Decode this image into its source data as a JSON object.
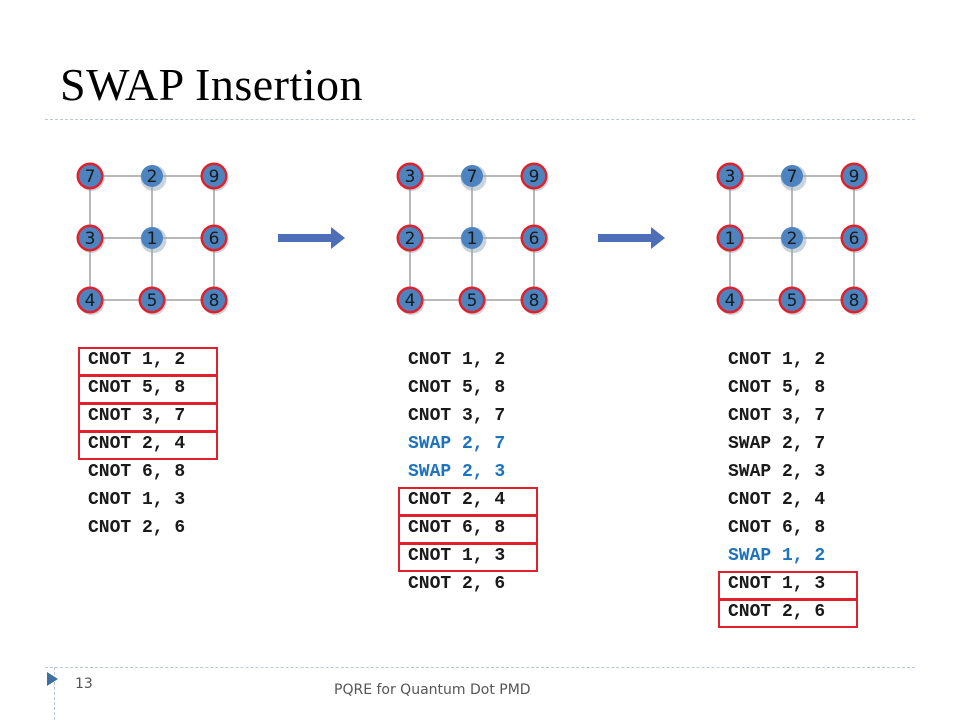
{
  "slide": {
    "title": "SWAP Insertion",
    "page_number": "13",
    "footer": "PQRE for Quantum Dot PMD"
  },
  "colors": {
    "node_fill": "#4d84bf",
    "node_ring": "#e0202a",
    "edge": "#b8b8b8",
    "arrow": "#4d6fb8",
    "highlight_box": "#e0202a",
    "swap_text": "#1e73be"
  },
  "grids": [
    {
      "nodes": [
        [
          "7",
          "2",
          "9"
        ],
        [
          "3",
          "1",
          "6"
        ],
        [
          "4",
          "5",
          "8"
        ]
      ],
      "ringed": [
        [
          "7",
          "9"
        ],
        [
          "3",
          "6"
        ],
        [
          "4",
          "5",
          "8"
        ]
      ]
    },
    {
      "nodes": [
        [
          "3",
          "7",
          "9"
        ],
        [
          "2",
          "1",
          "6"
        ],
        [
          "4",
          "5",
          "8"
        ]
      ],
      "ringed": [
        [
          "3",
          "9"
        ],
        [
          "2",
          "6"
        ],
        [
          "4",
          "5",
          "8"
        ]
      ]
    },
    {
      "nodes": [
        [
          "3",
          "7",
          "9"
        ],
        [
          "1",
          "2",
          "6"
        ],
        [
          "4",
          "5",
          "8"
        ]
      ],
      "ringed": [
        [
          "3",
          "9"
        ],
        [
          "1",
          "6"
        ],
        [
          "4",
          "5",
          "8"
        ]
      ]
    }
  ],
  "columns": [
    {
      "lines": [
        {
          "text": "CNOT 1, 2",
          "swap": false,
          "boxed": true
        },
        {
          "text": "CNOT 5, 8",
          "swap": false,
          "boxed": true
        },
        {
          "text": "CNOT 3, 7",
          "swap": false,
          "boxed": true
        },
        {
          "text": "CNOT 2, 4",
          "swap": false,
          "boxed": true
        },
        {
          "text": "CNOT 6, 8",
          "swap": false,
          "boxed": false
        },
        {
          "text": "CNOT 1, 3",
          "swap": false,
          "boxed": false
        },
        {
          "text": "CNOT 2, 6",
          "swap": false,
          "boxed": false
        }
      ]
    },
    {
      "lines": [
        {
          "text": "CNOT 1, 2",
          "swap": false,
          "boxed": false
        },
        {
          "text": "CNOT 5, 8",
          "swap": false,
          "boxed": false
        },
        {
          "text": "CNOT 3, 7",
          "swap": false,
          "boxed": false
        },
        {
          "text": "SWAP 2, 7",
          "swap": true,
          "boxed": false
        },
        {
          "text": "SWAP 2, 3",
          "swap": true,
          "boxed": false
        },
        {
          "text": "CNOT 2, 4",
          "swap": false,
          "boxed": true
        },
        {
          "text": "CNOT 6, 8",
          "swap": false,
          "boxed": true
        },
        {
          "text": "CNOT 1, 3",
          "swap": false,
          "boxed": true
        },
        {
          "text": "CNOT 2, 6",
          "swap": false,
          "boxed": false
        }
      ]
    },
    {
      "lines": [
        {
          "text": "CNOT 1, 2",
          "swap": false,
          "boxed": false
        },
        {
          "text": "CNOT 5, 8",
          "swap": false,
          "boxed": false
        },
        {
          "text": "CNOT 3, 7",
          "swap": false,
          "boxed": false
        },
        {
          "text": "SWAP 2, 7",
          "swap": false,
          "boxed": false
        },
        {
          "text": "SWAP 2, 3",
          "swap": false,
          "boxed": false
        },
        {
          "text": "CNOT 2, 4",
          "swap": false,
          "boxed": false
        },
        {
          "text": "CNOT 6, 8",
          "swap": false,
          "boxed": false
        },
        {
          "text": "SWAP 1, 2",
          "swap": true,
          "boxed": false
        },
        {
          "text": "CNOT 1, 3",
          "swap": false,
          "boxed": true
        },
        {
          "text": "CNOT 2, 6",
          "swap": false,
          "boxed": true
        }
      ]
    }
  ]
}
